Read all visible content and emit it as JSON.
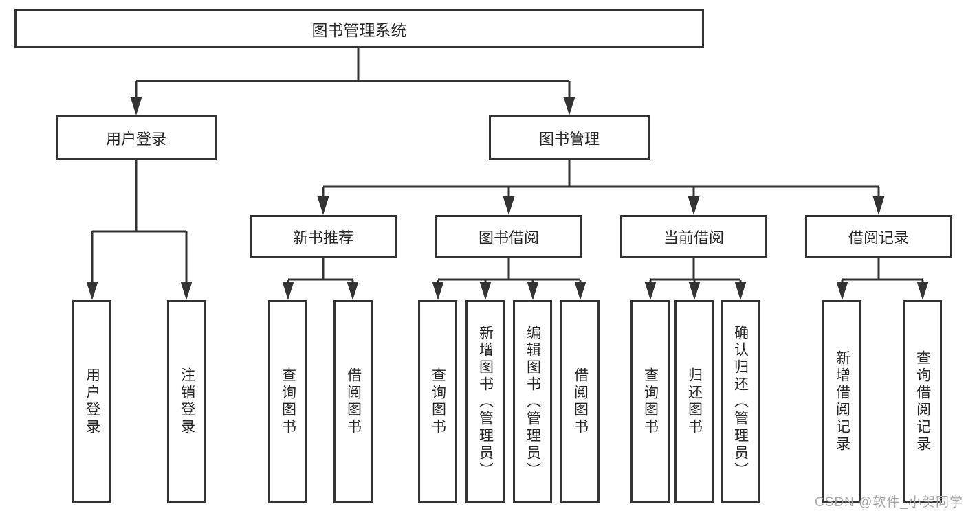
{
  "watermark": "CSDN @软件_小贺同学",
  "colors": {
    "line": "#333333",
    "text": "#262626",
    "watermark": "#a8a8a8",
    "background": "#ffffff"
  },
  "tree": {
    "root": "图书管理系统",
    "branches": [
      {
        "label": "用户登录",
        "leaves": [
          "用户登录",
          "注销登录"
        ]
      },
      {
        "label": "图书管理",
        "sections": [
          {
            "label": "新书推荐",
            "leaves": [
              "查询图书",
              "借阅图书"
            ]
          },
          {
            "label": "图书借阅",
            "leaves": [
              "查询图书",
              "新增图书（管理员）",
              "编辑图书（管理员）",
              "借阅图书"
            ]
          },
          {
            "label": "当前借阅",
            "leaves": [
              "查询图书",
              "归还图书",
              "确认归还（管理员）"
            ]
          },
          {
            "label": "借阅记录",
            "leaves": [
              "新增借阅记录",
              "查询借阅记录"
            ]
          }
        ]
      }
    ]
  }
}
